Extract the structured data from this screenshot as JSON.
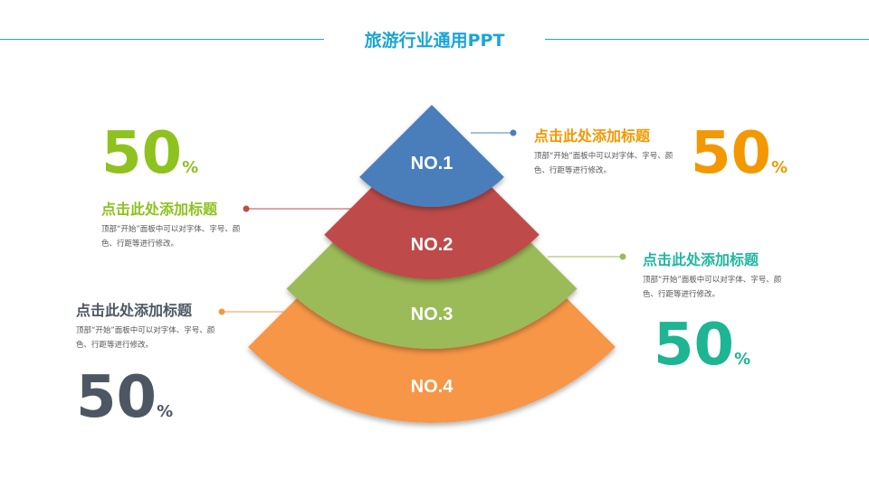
{
  "title": "旅游行业通用PPT",
  "colors": {
    "accent": "#1aa5d8",
    "no1": "#4a7ebb",
    "no2": "#be4b48",
    "no3": "#9bbb59",
    "no4": "#f79646"
  },
  "levels": [
    "NO.1",
    "NO.2",
    "NO.3",
    "NO.4"
  ],
  "items": [
    {
      "heading": "点击此处添加标题",
      "desc": "顶部“开始”面板中可以对字体、字号、颜色、行距等进行修改。",
      "value": "50",
      "unit": "%"
    },
    {
      "heading": "点击此处添加标题",
      "desc": "顶部“开始”面板中可以对字体、字号、颜色、行距等进行修改。",
      "value": "50",
      "unit": "%"
    },
    {
      "heading": "点击此处添加标题",
      "desc": "顶部“开始”面板中可以对字体、字号、颜色、行距等进行修改。",
      "value": "50",
      "unit": "%"
    },
    {
      "heading": "点击此处添加标题",
      "desc": "顶部“开始”面板中可以对字体、字号、颜色、行距等进行修改。",
      "value": "50",
      "unit": "%"
    }
  ]
}
